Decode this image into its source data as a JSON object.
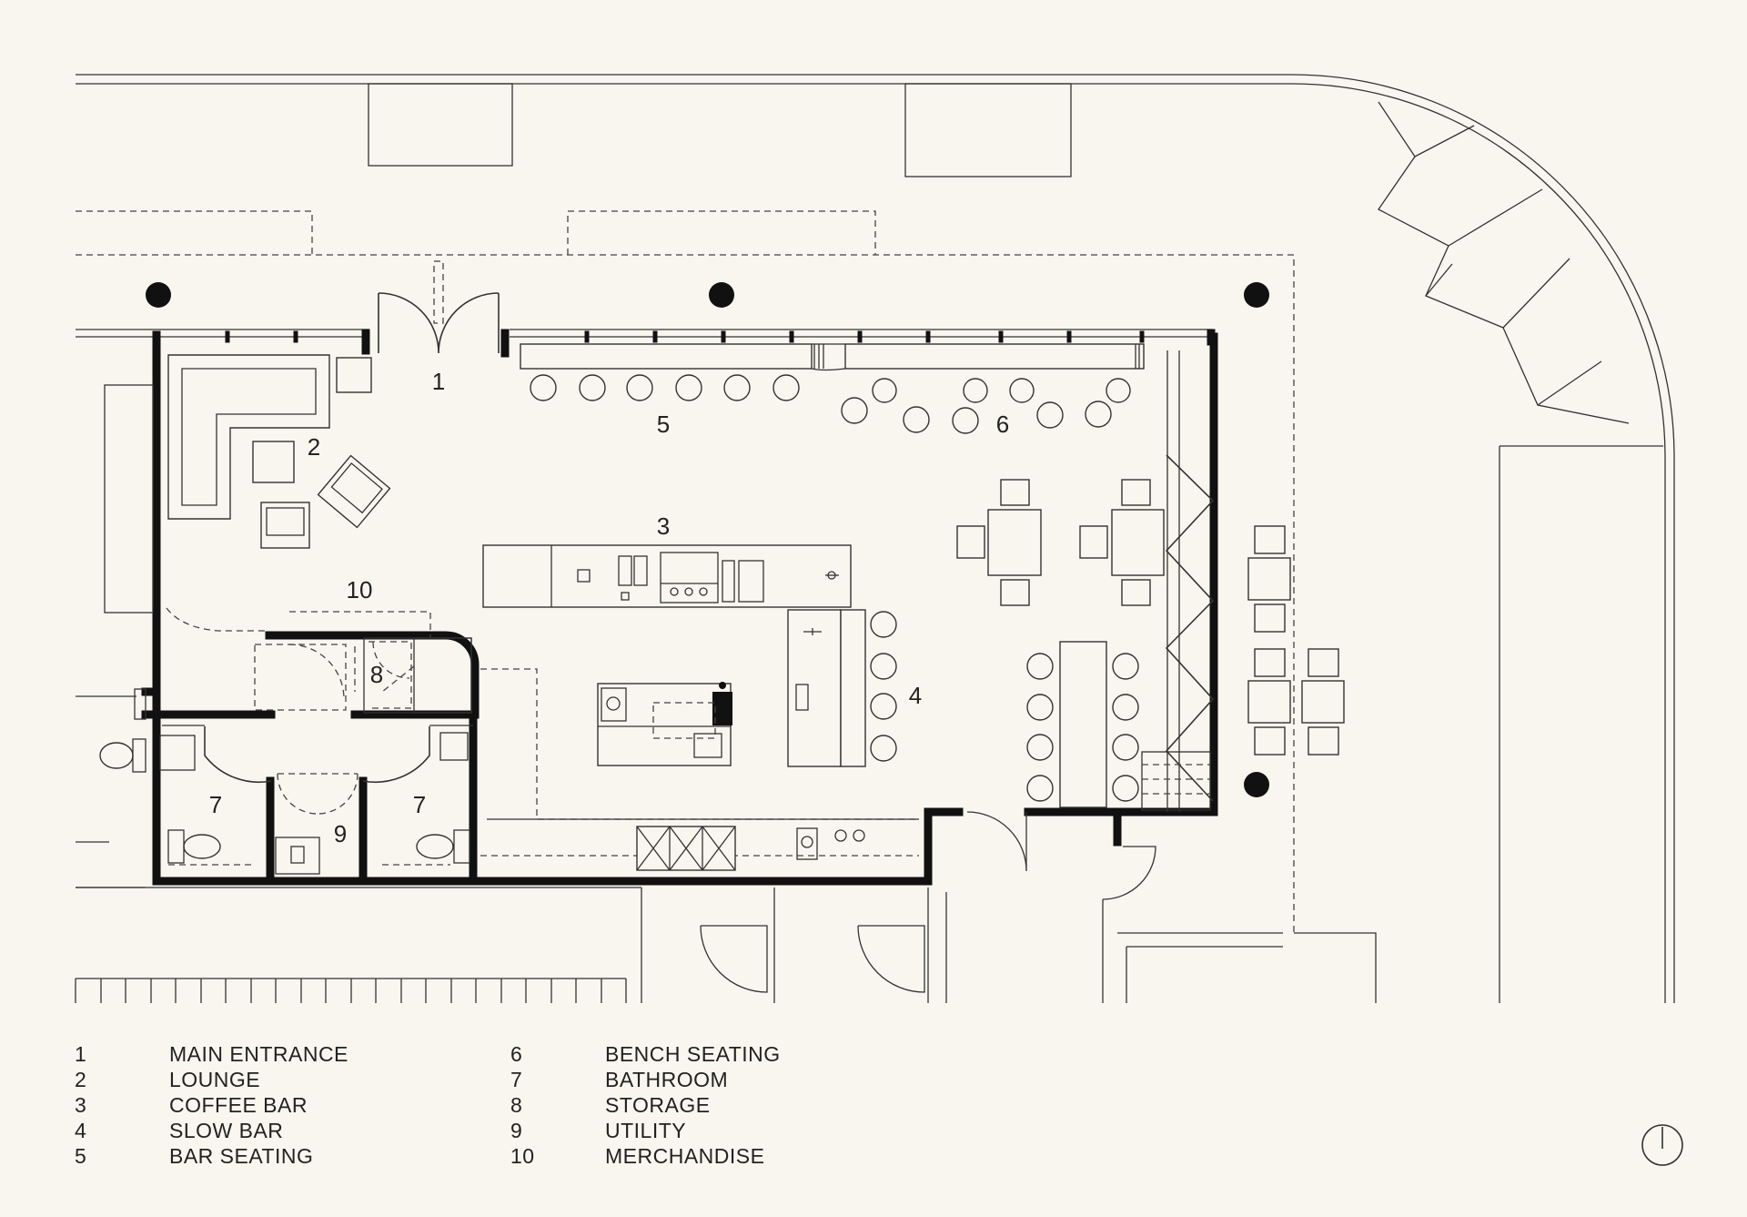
{
  "rooms": [
    {
      "num": "1",
      "label": "MAIN ENTRANCE"
    },
    {
      "num": "2",
      "label": "LOUNGE"
    },
    {
      "num": "3",
      "label": "COFFEE BAR"
    },
    {
      "num": "4",
      "label": "SLOW BAR"
    },
    {
      "num": "5",
      "label": "BAR SEATING"
    },
    {
      "num": "6",
      "label": "BENCH SEATING"
    },
    {
      "num": "7",
      "label": "BATHROOM"
    },
    {
      "num": "8",
      "label": "STORAGE"
    },
    {
      "num": "9",
      "label": "UTILITY"
    },
    {
      "num": "10",
      "label": "MERCHANDISE"
    }
  ],
  "plan_labels": {
    "main_entrance": "1",
    "lounge": "2",
    "coffee_bar": "3",
    "slow_bar": "4",
    "bar_seating": "5",
    "bench_seating": "6",
    "bathroom_left": "7",
    "bathroom_right": "7",
    "storage": "8",
    "utility": "9",
    "merchandise": "10"
  },
  "icons": {
    "north_arrow": "north-arrow-icon"
  },
  "colors": {
    "background": "#f8f6ee",
    "ink": "#111111"
  }
}
